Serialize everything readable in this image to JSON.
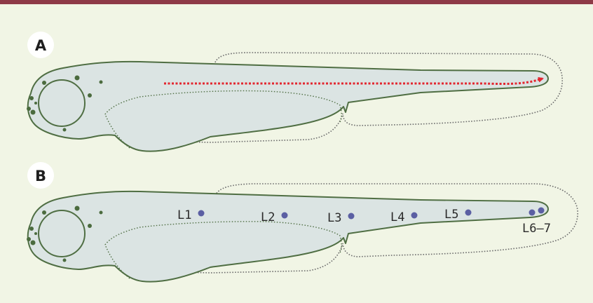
{
  "panels": [
    {
      "letter": "A",
      "annotation": "red dotted arrow along trunk toward tail tip"
    },
    {
      "letter": "B",
      "neuromast_labels": [
        "L1",
        "L2",
        "L3",
        "L4",
        "L5",
        "L6–7"
      ]
    }
  ],
  "colors": {
    "background": "#f1f5e5",
    "top_bar": "#8e3a47",
    "body_fill": "#dbe4e3",
    "outline": "#4f6e43",
    "arrow": "#e3262f",
    "neuromast": "#5b5fa3"
  }
}
